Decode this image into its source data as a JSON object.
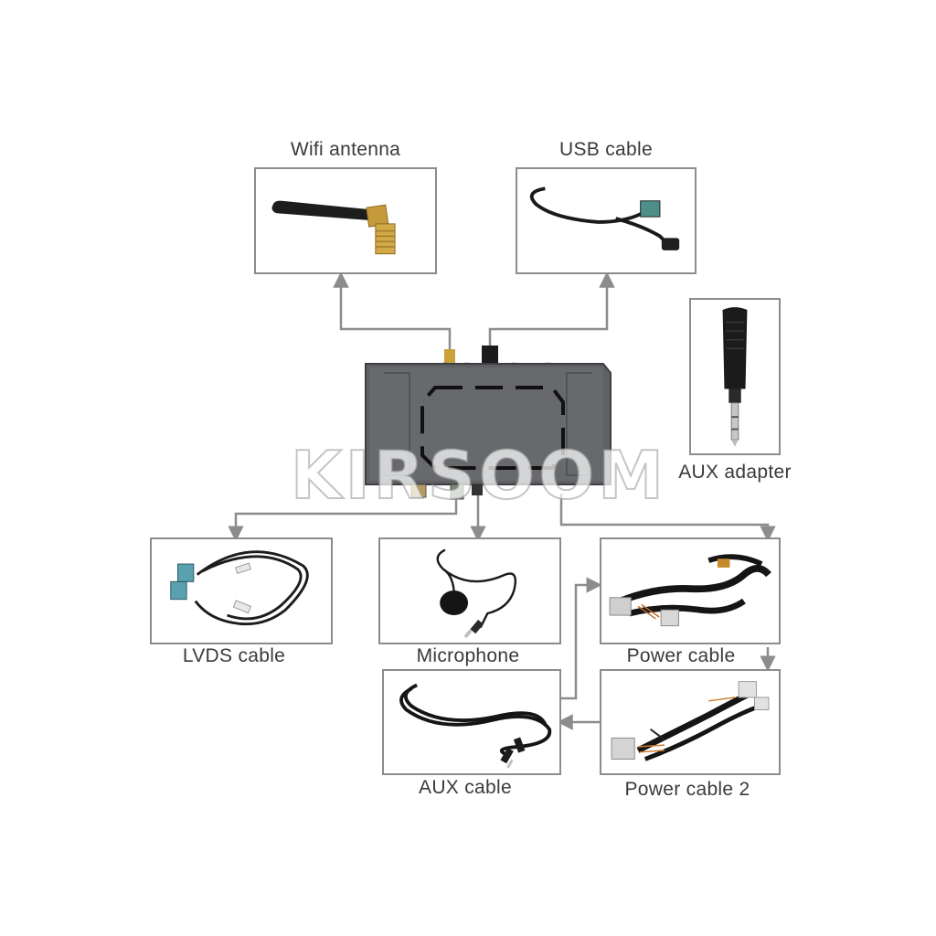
{
  "components": {
    "wifi_antenna": "Wifi antenna",
    "usb_cable": "USB cable",
    "aux_adapter": "AUX adapter",
    "lvds_cable": "LVDS cable",
    "microphone": "Microphone",
    "power_cable": "Power cable",
    "aux_cable": "AUX cable",
    "power_cable_2": "Power cable 2"
  },
  "watermark": "KIRSOOM",
  "colors": {
    "connector_line": "#8c8c8c",
    "box_border": "#8c8c8c",
    "device_body": "#5e6063",
    "label_text": "#3a3a3a"
  }
}
